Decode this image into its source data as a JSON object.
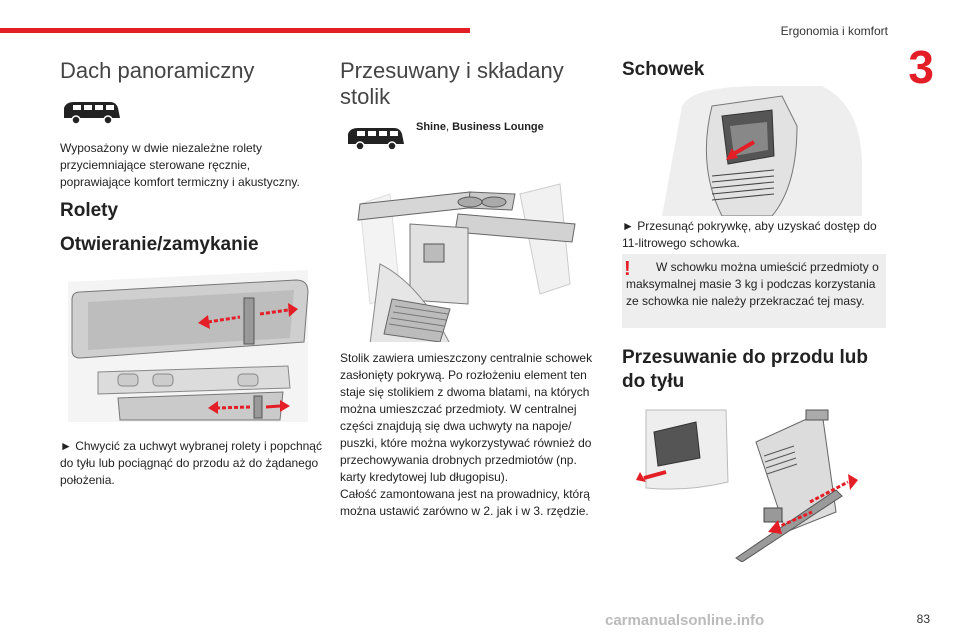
{
  "header": {
    "section_title": "Ergonomia i komfort",
    "chapter_number": "3"
  },
  "col1": {
    "title": "Dach panoramiczny",
    "intro": "Wyposażony w dwie niezależne rolety przyciemniające sterowane ręcznie, poprawiające komfort termiczny i akustyczny.",
    "h_rolety": "Rolety",
    "h_otwieranie": "Otwieranie/zamykanie",
    "instruction": "► Chwycić za uchwyt wybranej rolety i popchnąć do tyłu lub pociągnąć do przodu aż do żądanego położenia."
  },
  "col2": {
    "title_line1": "Przesuwany i składany",
    "title_line2": "stolik",
    "trim_shine": "Shine",
    "trim_sep": ", ",
    "trim_lounge": "Business Lounge",
    "body": "Stolik zawiera umieszczony centralnie schowek zasłonięty pokrywą. Po rozłożeniu element ten staje się stolikiem z dwoma blatami, na których można umieszczać przedmioty. W centralnej części znajdują się dwa uchwyty na napoje/ puszki, które można wykorzystywać również do przechowywania drobnych przedmiotów (np. karty kredytowej lub długopisu).",
    "body2": "Całość zamontowana jest na prowadnicy, którą można ustawić zarówno w 2. jak i w 3. rzędzie."
  },
  "col3": {
    "title": "Schowek",
    "instruction": "► Przesunąć pokrywkę, aby uzyskać dostęp do 11-litrowego schowka.",
    "warning": "W schowku można umieścić przedmioty o maksymalnej masie 3 kg i podczas korzystania ze schowka nie należy przekraczać tej masy.",
    "h_slide": "Przesuwanie do przodu lub do tyłu"
  },
  "footer": {
    "page_number": "83",
    "watermark": "carmanualsonline.info"
  }
}
